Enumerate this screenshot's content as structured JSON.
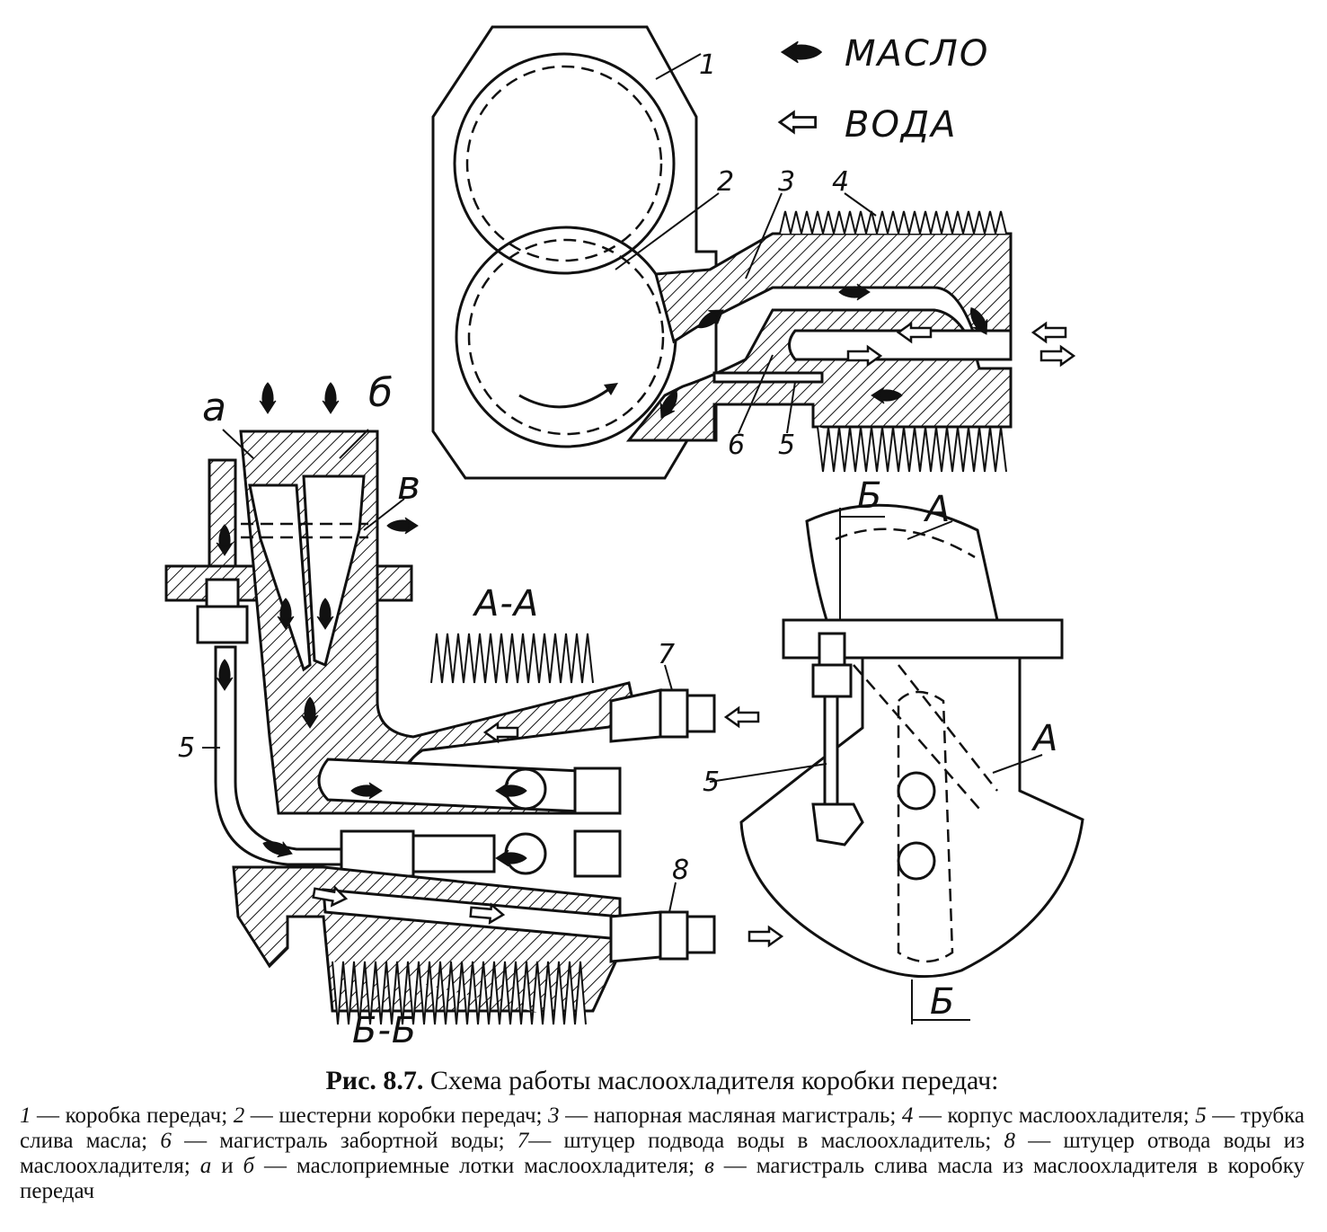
{
  "legend": {
    "oil_label": "МАСЛО",
    "water_label": "ВОДА"
  },
  "callouts": {
    "n1": "1",
    "n2": "2",
    "n3": "3",
    "n4": "4",
    "n5_top": "5",
    "n6": "6",
    "n5_left": "5",
    "n7": "7",
    "n8": "8",
    "n5_right": "5",
    "a": "а",
    "b": "б",
    "v": "в"
  },
  "sections": {
    "aa_main": "А-А",
    "bb_main": "Б-Б",
    "right_b_top": "Б",
    "right_a_top": "А",
    "right_a_side": "А",
    "right_b_bottom": "Б"
  },
  "caption": {
    "fig_number": "Рис. 8.7.",
    "fig_title": "Схема работы маслоохладителя коробки передач:",
    "items": [
      {
        "k": "1",
        "t": " — коробка передач; "
      },
      {
        "k": "2",
        "t": " — шестерни коробки передач; "
      },
      {
        "k": "3",
        "t": " — напорная масляная магистраль; "
      },
      {
        "k": "4",
        "t": " — корпус маслоохладителя; "
      },
      {
        "k": "5",
        "t": " — трубка слива масла; "
      },
      {
        "k": "6",
        "t": " — магистраль забортной воды; "
      },
      {
        "k": "7",
        "t": "— штуцер подвода воды в маслоохладитель; "
      },
      {
        "k": "8",
        "t": " — штуцер отвода воды из маслоохладителя; "
      },
      {
        "k": "а",
        "t": " и "
      },
      {
        "k": "б",
        "t": " — маслоприемные лотки маслоохладителя; "
      },
      {
        "k": "в",
        "t": " — магистраль слива масла из маслоохладителя в коробку передач"
      }
    ]
  }
}
